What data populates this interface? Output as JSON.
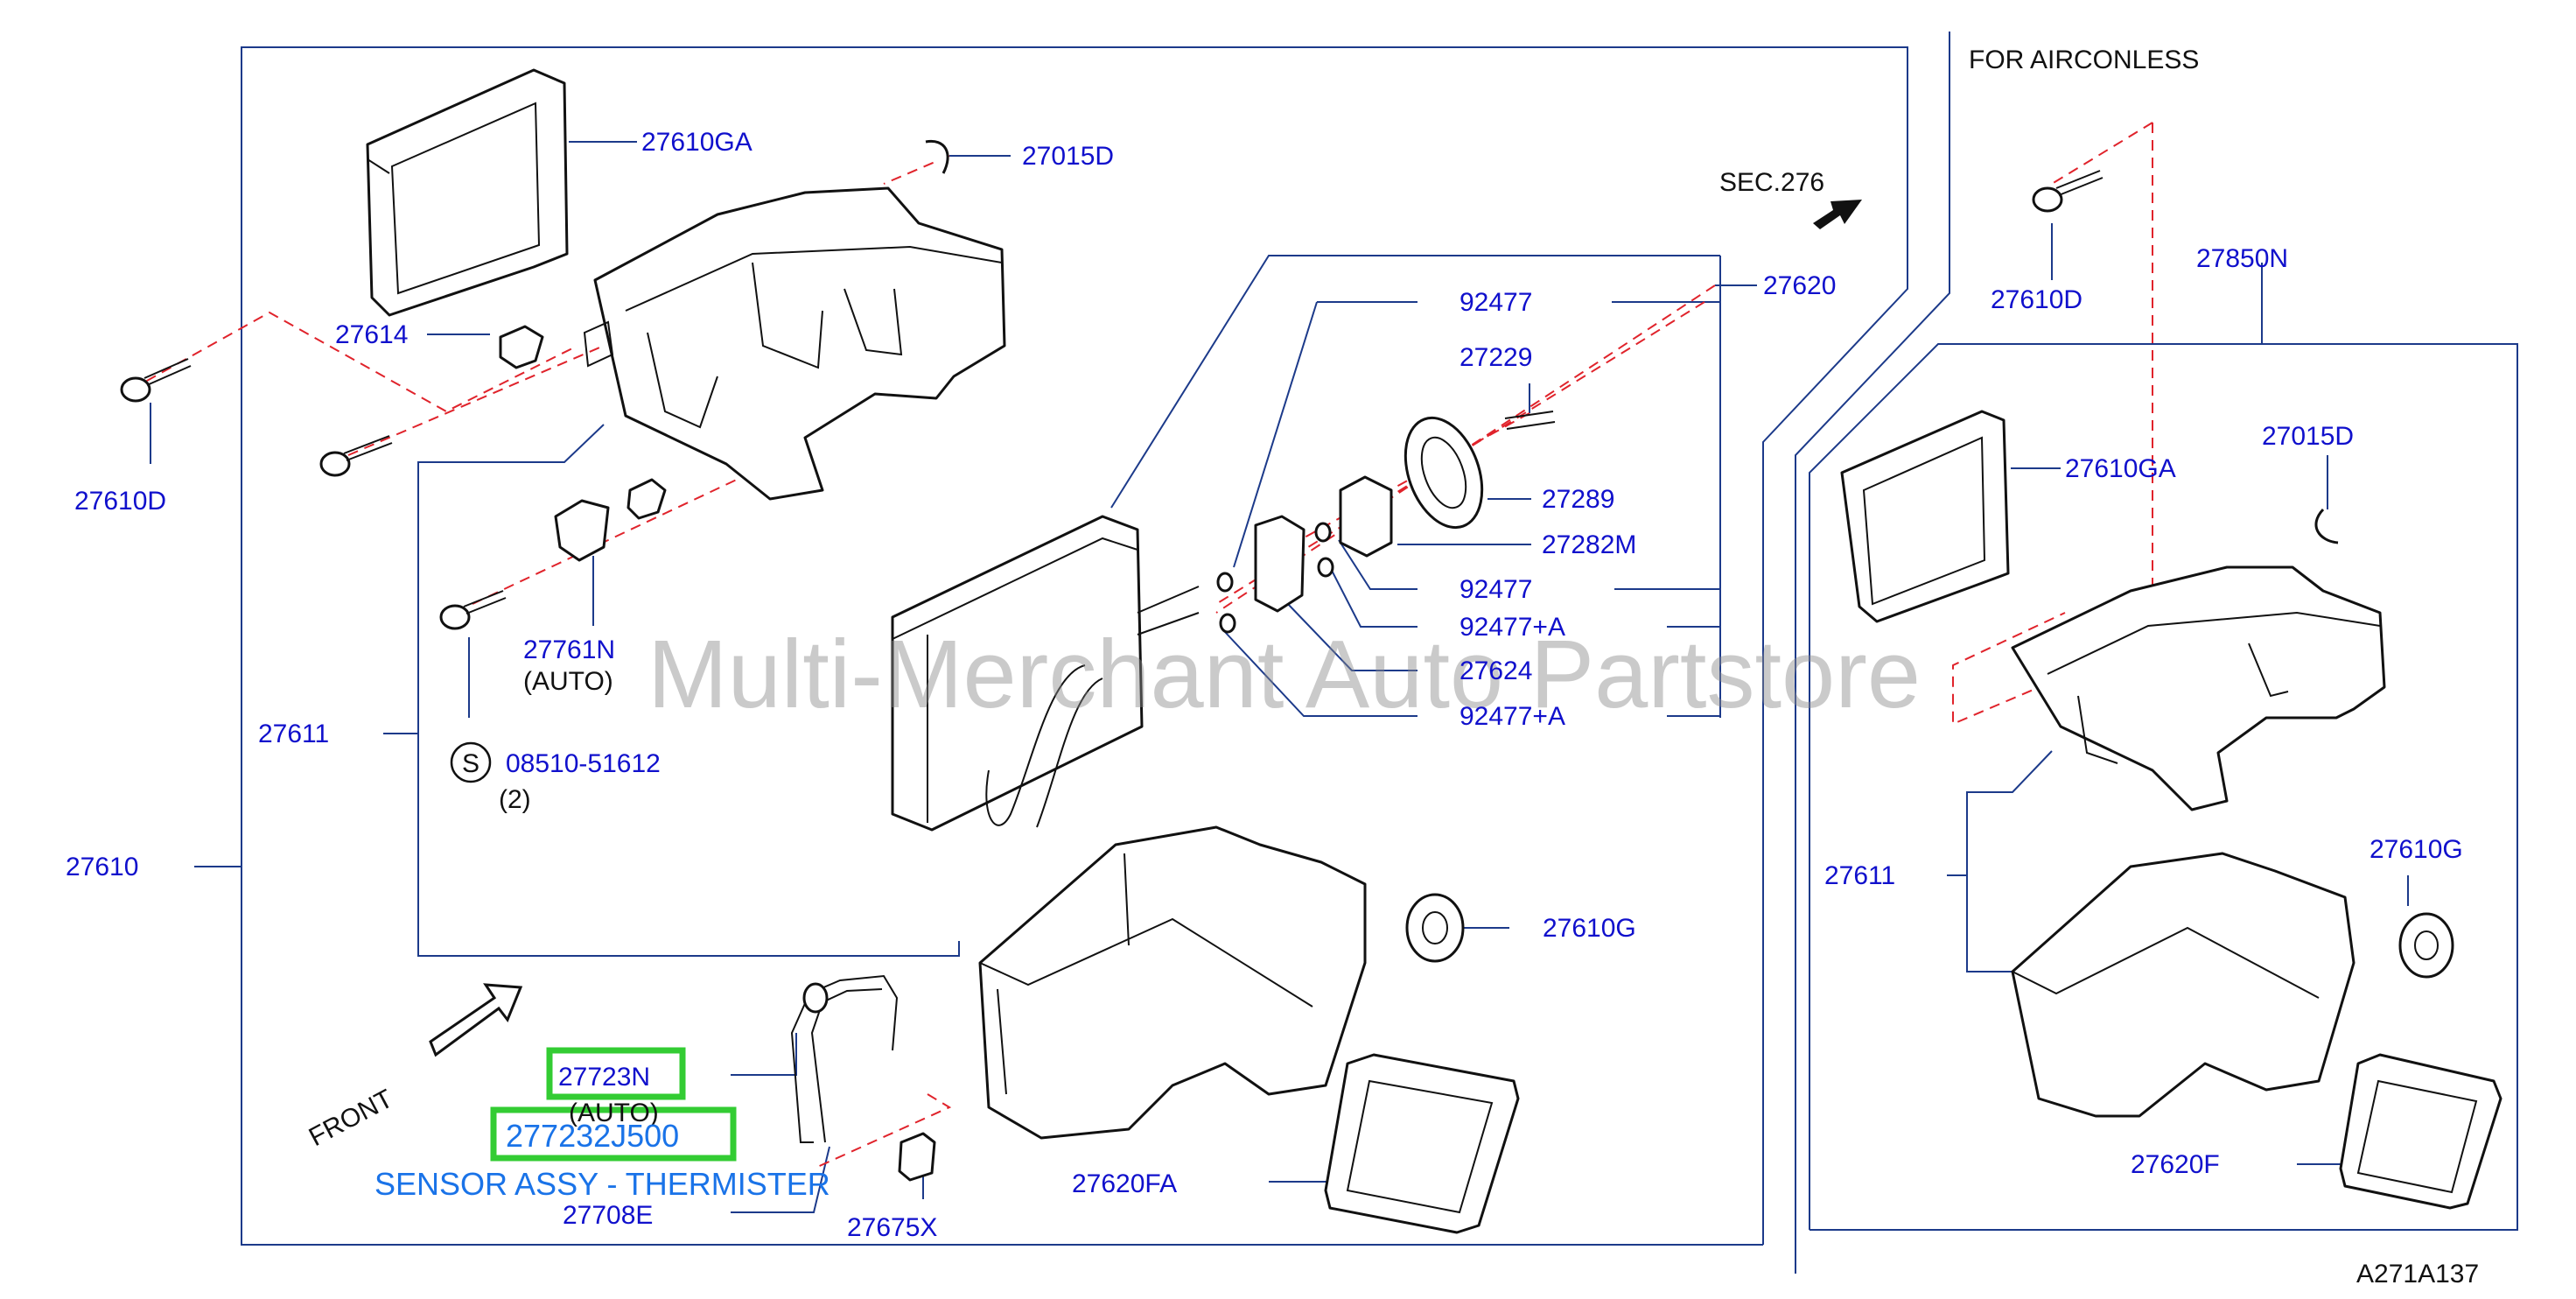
{
  "header": {
    "aircon_less": "FOR   AIRCONLESS",
    "section_ref": "SEC.276",
    "front": "FRONT",
    "diagram_code": "A271A137",
    "watermark": "Multi-Merchant Auto Partstore"
  },
  "colors": {
    "part_label": "#1010cc",
    "leader_line": "#1c3a8a",
    "dashed_line": "#e0232b",
    "highlight": "#33cc33",
    "sensor_label": "#1a73e8"
  },
  "parts": {
    "p27610GA": "27610GA",
    "p27015D": "27015D",
    "p27614": "27614",
    "p27610D": "27610D",
    "p27620": "27620",
    "p92477a": "92477",
    "p27229": "27229",
    "p27289": "27289",
    "p27282M": "27282M",
    "p92477b": "92477",
    "p92477Pa": "92477+A",
    "p27624": "27624",
    "p92477Pb": "92477+A",
    "p27761N": "27761N",
    "p27761N_note": "(AUTO)",
    "p08510": "08510-51612",
    "p08510_qty": "(2)",
    "s_symbol": "S",
    "p27611": "27611",
    "p27610": "27610",
    "p27610G": "27610G",
    "p27723N": "27723N",
    "p27723N_note": "(AUTO)",
    "p277232J500": "277232J500",
    "sensor_desc": "SENSOR ASSY - THERMISTER",
    "p27708E": "27708E",
    "p27675X": "27675X",
    "p27620FA": "27620FA"
  },
  "right_panel": {
    "p27610D": "27610D",
    "p27850N": "27850N",
    "p27610GA": "27610GA",
    "p27015D": "27015D",
    "p27611": "27611",
    "p27610G": "27610G",
    "p27620F": "27620F"
  }
}
